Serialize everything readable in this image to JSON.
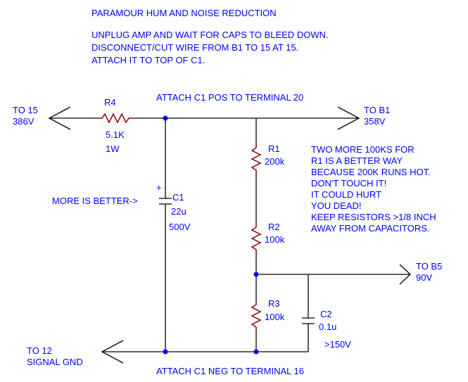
{
  "header": {
    "title": "PARAMOUR HUM AND NOISE REDUCTION",
    "instructions": [
      "UNPLUG AMP AND WAIT FOR CAPS TO BLEED DOWN.",
      "DISCONNECT/CUT WIRE FROM B1 TO 15 AT 15.",
      "ATTACH IT TO TOP OF C1."
    ]
  },
  "labels": {
    "attach_pos": "ATTACH C1 POS TO TERMINAL 20",
    "attach_neg": "ATTACH C1 NEG TO TERMINAL 16",
    "more_is_better": "MORE IS BETTER->"
  },
  "ports": {
    "to15": {
      "name": "TO 15",
      "voltage": "386V"
    },
    "tob1": {
      "name": "TO B1",
      "voltage": "358V"
    },
    "tob5": {
      "name": "TO B5",
      "voltage": "90V"
    },
    "to12": {
      "name": "TO 12",
      "sub": "SIGNAL GND"
    }
  },
  "components": {
    "r4": {
      "ref": "R4",
      "value": "5.1K",
      "rating": "1W"
    },
    "c1": {
      "ref": "C1",
      "value": "22u",
      "rating": "500V",
      "polarity": "+"
    },
    "r1": {
      "ref": "R1",
      "value": "200k"
    },
    "r2": {
      "ref": "R2",
      "value": "100k"
    },
    "r3": {
      "ref": "R3",
      "value": "100k"
    },
    "c2": {
      "ref": "C2",
      "value": "0.1u",
      "rating": ">150V"
    }
  },
  "note": [
    "TWO MORE 100KS FOR",
    "R1 IS A BETTER WAY",
    "BECAUSE 200K RUNS HOT.",
    "DON'T TOUCH IT!",
    "IT COULD HURT",
    "YOU DEAD!",
    "KEEP RESISTORS >1/8 INCH",
    "AWAY FROM CAPACITORS."
  ],
  "colors": {
    "text": "#0000ff",
    "wire": "#000000",
    "resistor": "#8b0000",
    "node": "#0000ff"
  }
}
